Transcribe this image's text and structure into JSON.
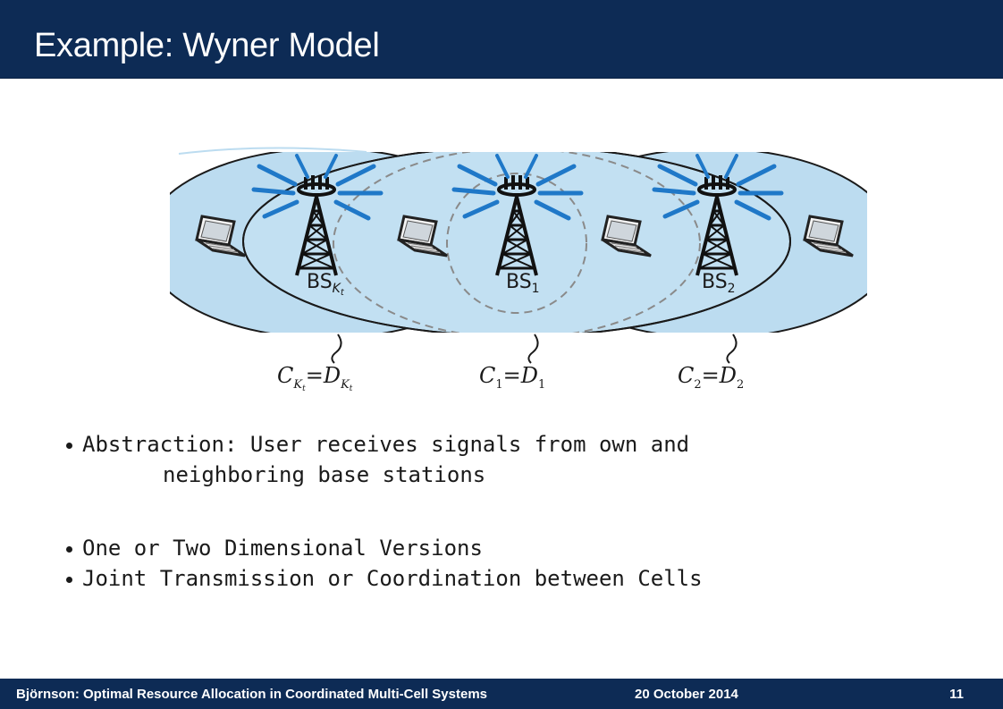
{
  "slide": {
    "title": "Example: Wyner Model",
    "colors": {
      "header": "#0d2b55",
      "cell_fill": "#bcdcf0",
      "signal": "#1f78c8"
    },
    "figure": {
      "stations": [
        {
          "label": "BS",
          "sub": "Kt",
          "cell_label": "C_{Kt} = D_{Kt}"
        },
        {
          "label": "BS",
          "sub": "1",
          "cell_label": "C_1 = D_1"
        },
        {
          "label": "BS",
          "sub": "2",
          "cell_label": "C_2 = D_2"
        }
      ],
      "icons": [
        "cell-tower-icon",
        "laptop-icon"
      ]
    },
    "bullets": [
      {
        "text": "Abstraction:  User receives signals from own and",
        "continuation": "neighboring base stations"
      },
      {
        "text": "One or Two Dimensional Versions"
      },
      {
        "text": "Joint Transmission or Coordination between Cells"
      }
    ]
  },
  "footer": {
    "author_title": "Björnson: Optimal Resource Allocation in Coordinated Multi-Cell Systems",
    "date": "20 October 2014",
    "page": "11"
  }
}
